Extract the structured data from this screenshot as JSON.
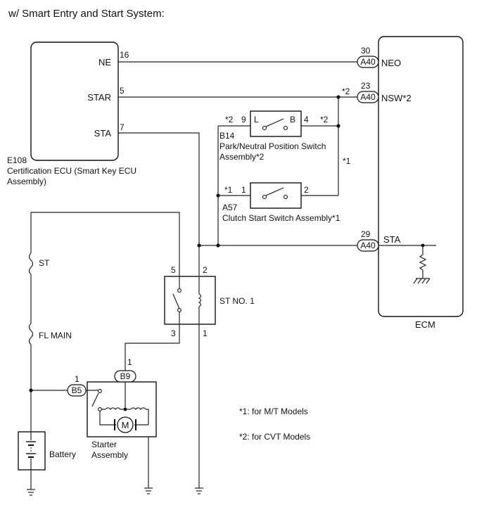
{
  "header": "w/ Smart Entry and Start System:",
  "ecu_cert": {
    "code": "E108",
    "name_line1": "Certification ECU (Smart Key ECU",
    "name_line2": "Assembly)",
    "pins": [
      {
        "label": "NE",
        "num": "16"
      },
      {
        "label": "STAR",
        "num": "5"
      },
      {
        "label": "STA",
        "num": "7"
      }
    ]
  },
  "ecm": {
    "label": "ECM",
    "connector": "A40",
    "pins": [
      {
        "num": "30",
        "label": "NEO"
      },
      {
        "num": "23",
        "label": "NSW*2",
        "note": "*2"
      },
      {
        "num": "29",
        "label": "STA"
      }
    ]
  },
  "pnp_switch": {
    "code": "B14",
    "name_line1": "Park/Neutral Position Switch",
    "name_line2": "Assembly*2",
    "left_note": "*2",
    "pin_left": "9",
    "pin_right": "4",
    "right_note": "*2",
    "contact_left": "L",
    "contact_right": "B"
  },
  "clutch_switch": {
    "code": "A57",
    "name": "Clutch Start Switch Assembly*1",
    "left_note": "*1",
    "pin_left": "1",
    "pin_right": "2",
    "vertical_note": "*1"
  },
  "relay": {
    "label": "ST NO. 1",
    "pins": [
      "5",
      "2",
      "3",
      "1"
    ]
  },
  "fuses": [
    "ST",
    "FL MAIN"
  ],
  "battery": "Battery",
  "starter": {
    "name_line1": "Starter",
    "name_line2": "Assembly",
    "connector_b9": "B9",
    "pin_b9": "1",
    "connector_b5": "B5",
    "pin_b5": "1",
    "motor": "M"
  },
  "notes": [
    "*1: for M/T Models",
    "*2: for CVT Models"
  ]
}
